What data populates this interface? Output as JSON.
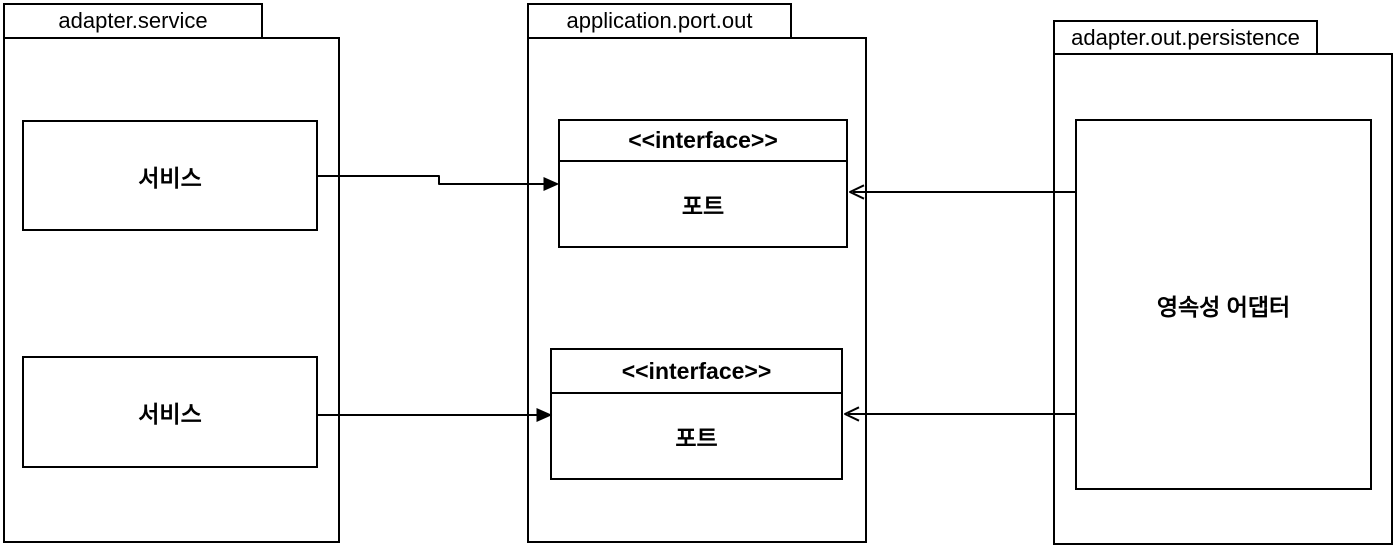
{
  "diagram": {
    "type": "uml-package-diagram",
    "background_color": "#ffffff",
    "stroke_color": "#000000",
    "packages": [
      {
        "label": "adapter.service",
        "nodes": [
          {
            "label": "서비스"
          },
          {
            "label": "서비스"
          }
        ]
      },
      {
        "label": "application.port.out",
        "nodes": [
          {
            "stereotype": "<<interface>>",
            "label": "포트"
          },
          {
            "stereotype": "<<interface>>",
            "label": "포트"
          }
        ]
      },
      {
        "label": "adapter.out.persistence",
        "nodes": [
          {
            "label": "영속성 어댑터"
          }
        ]
      }
    ],
    "edges": [
      {
        "from": "service-top",
        "to": "port-top",
        "line": "solid",
        "arrowhead": "filled-triangle",
        "meaning": "dependency"
      },
      {
        "from": "service-bottom",
        "to": "port-bottom",
        "line": "solid",
        "arrowhead": "filled-triangle",
        "meaning": "dependency"
      },
      {
        "from": "persistence-adapter",
        "to": "port-top",
        "line": "solid",
        "arrowhead": "open-triangle",
        "meaning": "implements"
      },
      {
        "from": "persistence-adapter",
        "to": "port-bottom",
        "line": "solid",
        "arrowhead": "open-triangle",
        "meaning": "implements"
      }
    ]
  }
}
